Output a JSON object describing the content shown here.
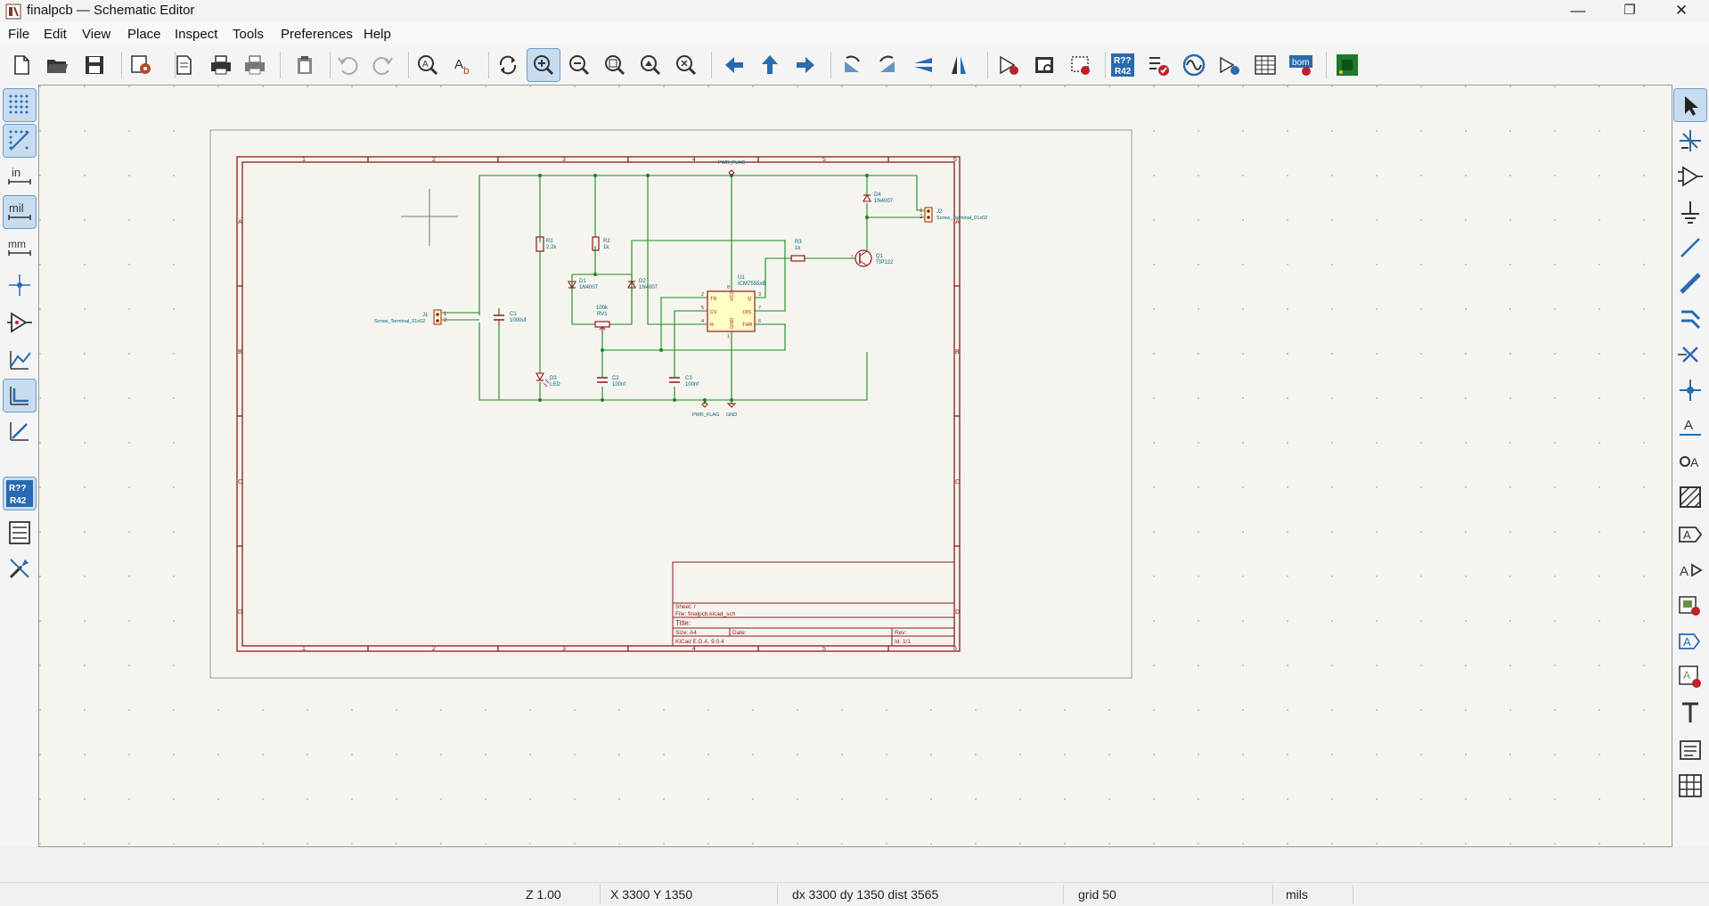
{
  "window": {
    "title": "finalpcb — Schematic Editor",
    "minimize": "—",
    "maximize": "❐",
    "close": "✕"
  },
  "menu": [
    "File",
    "Edit",
    "View",
    "Place",
    "Inspect",
    "Tools",
    "Preferences",
    "Help"
  ],
  "toolbar": {
    "annotate_label": "R??",
    "annotate_sub": "R42",
    "bom_label": "bom"
  },
  "left_toolbar": {
    "units_in": "in",
    "units_mil": "mil",
    "units_mm": "mm",
    "annotate_label": "R??",
    "annotate_sub": "R42"
  },
  "colors": {
    "wire": "#1a8a1a",
    "component": "#8e1a1a",
    "border": "#8e1a1a",
    "ref_text": "#00647a",
    "page": "#f5f4ef",
    "selected_tool": "#c8dcf0",
    "ic_fill": "#ffffc4"
  },
  "schematic": {
    "border_columns": [
      "1",
      "2",
      "3",
      "4",
      "5",
      "6"
    ],
    "border_rows": [
      "A",
      "B",
      "C",
      "D"
    ],
    "labels": {
      "pwr_flag_top": "PWR_FLAG",
      "pwr_flag_bottom": "PWR_FLAG",
      "gnd": "GND",
      "j1_ref": "J1",
      "j1_value": "Screw_Terminal_01x02",
      "j1_pin1": "1",
      "j1_pin2": "2",
      "j2_ref": "J2",
      "j2_value": "Screw_Terminal_01x02",
      "j2_pin1": "1",
      "j2_pin2": "2",
      "c1_ref": "C1",
      "c1_value": "1000uf",
      "r1_ref": "R1",
      "r1_value": "2.2k",
      "r2_ref": "R2",
      "r2_value": "1k",
      "r3_ref": "R3",
      "r3_value": "1k",
      "d1_ref": "D1",
      "d1_value": "1N4007",
      "d2_ref": "D2",
      "d2_value": "1N4007",
      "d3_ref": "D3",
      "d3_value": "LED",
      "d4_ref": "D4",
      "d4_value": "1N4007",
      "rv1_value": "100k",
      "rv1_ref": "RV1",
      "c2_ref": "C2",
      "c2_value": "100nf",
      "c3_ref": "C3",
      "c3_value": "100nf",
      "u1_ref": "U1",
      "u1_value": "ICM7555xB",
      "u1_tr": "TR",
      "u1_cv": "CV",
      "u1_r": "R",
      "u1_q": "Q",
      "u1_dis": "DIS",
      "u1_thr": "THR",
      "u1_vcc": "VCC",
      "u1_gnd": "GND",
      "u1_pin2": "2",
      "u1_pin5": "5",
      "u1_pin4": "4",
      "u1_pin3": "3",
      "u1_pin7": "7",
      "u1_pin6": "6",
      "u1_pin8": "8",
      "u1_pin1": "1",
      "q1_ref": "Q1",
      "q1_value": "TIP122"
    },
    "title_block": {
      "sheet": "Sheet: /",
      "file": "File: finalpcb.kicad_sch",
      "title": "Title:",
      "size": "Size: A4",
      "date": "Date:",
      "rev": "Rev:",
      "tool": "KiCad E.D.A. 9.0.4",
      "id": "Id: 1/1"
    }
  },
  "status": {
    "zoom": "Z 1.00",
    "cursor": "X 3300  Y 1350",
    "delta": "dx 3300  dy 1350  dist 3565",
    "grid": "grid 50",
    "units": "mils"
  }
}
